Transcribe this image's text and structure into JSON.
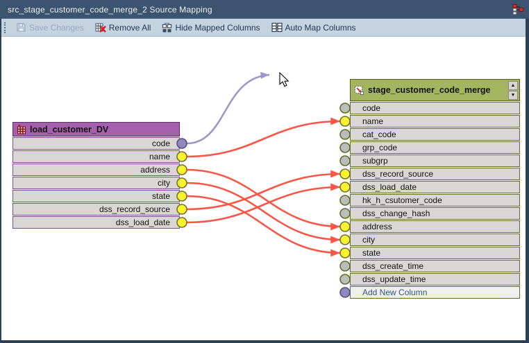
{
  "window": {
    "title": "src_stage_customer_code_merge_2 Source Mapping"
  },
  "toolbar": {
    "save_label": "Save Changes",
    "remove_all_label": "Remove All",
    "hide_mapped_label": "Hide Mapped Columns",
    "auto_map_label": "Auto Map Columns",
    "save_disabled": true
  },
  "left_table": {
    "title": "load_customer_DV",
    "icon": "load-table-icon",
    "columns": [
      {
        "name": "code",
        "connector": "pending"
      },
      {
        "name": "name",
        "connector": "mapped"
      },
      {
        "name": "address",
        "connector": "mapped"
      },
      {
        "name": "city",
        "connector": "mapped"
      },
      {
        "name": "state",
        "connector": "mapped"
      },
      {
        "name": "dss_record_source",
        "connector": "mapped"
      },
      {
        "name": "dss_load_date",
        "connector": "mapped"
      }
    ]
  },
  "right_table": {
    "title": "stage_customer_code_merge",
    "icon": "stage-table-icon",
    "scroll_up_glyph": "▲",
    "scroll_down_glyph": "▼",
    "columns": [
      {
        "name": "code",
        "connector": "unmapped"
      },
      {
        "name": "name",
        "connector": "mapped"
      },
      {
        "name": "cat_code",
        "connector": "unmapped"
      },
      {
        "name": "grp_code",
        "connector": "unmapped"
      },
      {
        "name": "subgrp",
        "connector": "unmapped"
      },
      {
        "name": "dss_record_source",
        "connector": "mapped"
      },
      {
        "name": "dss_load_date",
        "connector": "mapped"
      },
      {
        "name": "hk_h_csutomer_code",
        "connector": "unmapped"
      },
      {
        "name": "dss_change_hash",
        "connector": "unmapped"
      },
      {
        "name": "address",
        "connector": "mapped"
      },
      {
        "name": "city",
        "connector": "mapped"
      },
      {
        "name": "state",
        "connector": "mapped"
      },
      {
        "name": "dss_create_time",
        "connector": "unmapped"
      },
      {
        "name": "dss_update_time",
        "connector": "unmapped"
      },
      {
        "name": "Add New Column",
        "connector": "action"
      }
    ]
  },
  "mappings": [
    {
      "from": "name",
      "to": "name"
    },
    {
      "from": "address",
      "to": "address"
    },
    {
      "from": "city",
      "to": "city"
    },
    {
      "from": "state",
      "to": "state"
    },
    {
      "from": "dss_record_source",
      "to": "dss_record_source"
    },
    {
      "from": "dss_load_date",
      "to": "dss_load_date"
    }
  ],
  "pending_drag": {
    "from": "code"
  },
  "colors": {
    "titlebar_bg": "#3d5470",
    "toolbar_bg": "#c5d2e0",
    "window_border": "#2d4056",
    "left_header_bg": "#a55fae",
    "left_row_border": "#7b5088",
    "right_header_bg": "#a5b45f",
    "right_row_border": "#606e2f",
    "row_bg": "#d9d6d5",
    "mapped_dot": "#f9f330",
    "unmapped_dot": "#bcbcba",
    "pending_dot": "#9089bf",
    "mapping_line": "#fa5546",
    "pending_line": "#9d98ca"
  }
}
